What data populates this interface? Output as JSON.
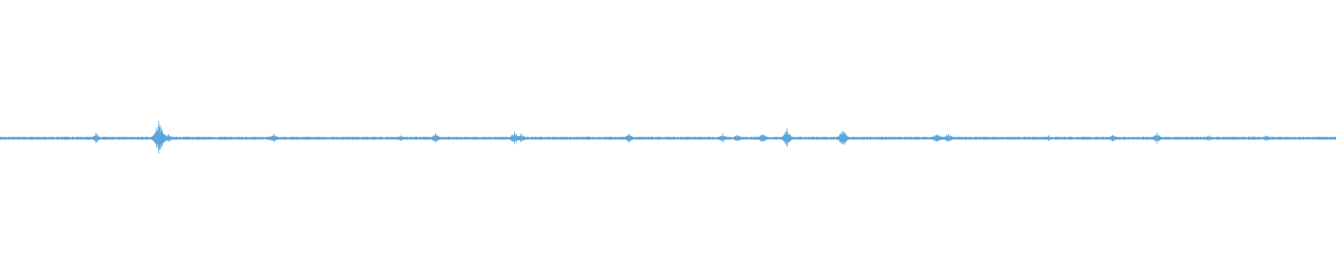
{
  "waveform": {
    "color": "#5aa5dc",
    "baseline_amplitude": 0.012,
    "seed": 7,
    "peaks": [
      {
        "t": 0.072,
        "amp": 0.05
      },
      {
        "t": 0.119,
        "amp": 0.2
      },
      {
        "t": 0.126,
        "amp": 0.05
      },
      {
        "t": 0.205,
        "amp": 0.04
      },
      {
        "t": 0.3,
        "amp": 0.03
      },
      {
        "t": 0.326,
        "amp": 0.05
      },
      {
        "t": 0.385,
        "amp": 0.06
      },
      {
        "t": 0.39,
        "amp": 0.05
      },
      {
        "t": 0.471,
        "amp": 0.05
      },
      {
        "t": 0.541,
        "amp": 0.04
      },
      {
        "t": 0.552,
        "amp": 0.04
      },
      {
        "t": 0.571,
        "amp": 0.05
      },
      {
        "t": 0.589,
        "amp": 0.09
      },
      {
        "t": 0.631,
        "amp": 0.1
      },
      {
        "t": 0.701,
        "amp": 0.05
      },
      {
        "t": 0.71,
        "amp": 0.05
      },
      {
        "t": 0.785,
        "amp": 0.03
      },
      {
        "t": 0.833,
        "amp": 0.04
      },
      {
        "t": 0.866,
        "amp": 0.05
      },
      {
        "t": 0.905,
        "amp": 0.03
      },
      {
        "t": 0.948,
        "amp": 0.03
      }
    ]
  }
}
